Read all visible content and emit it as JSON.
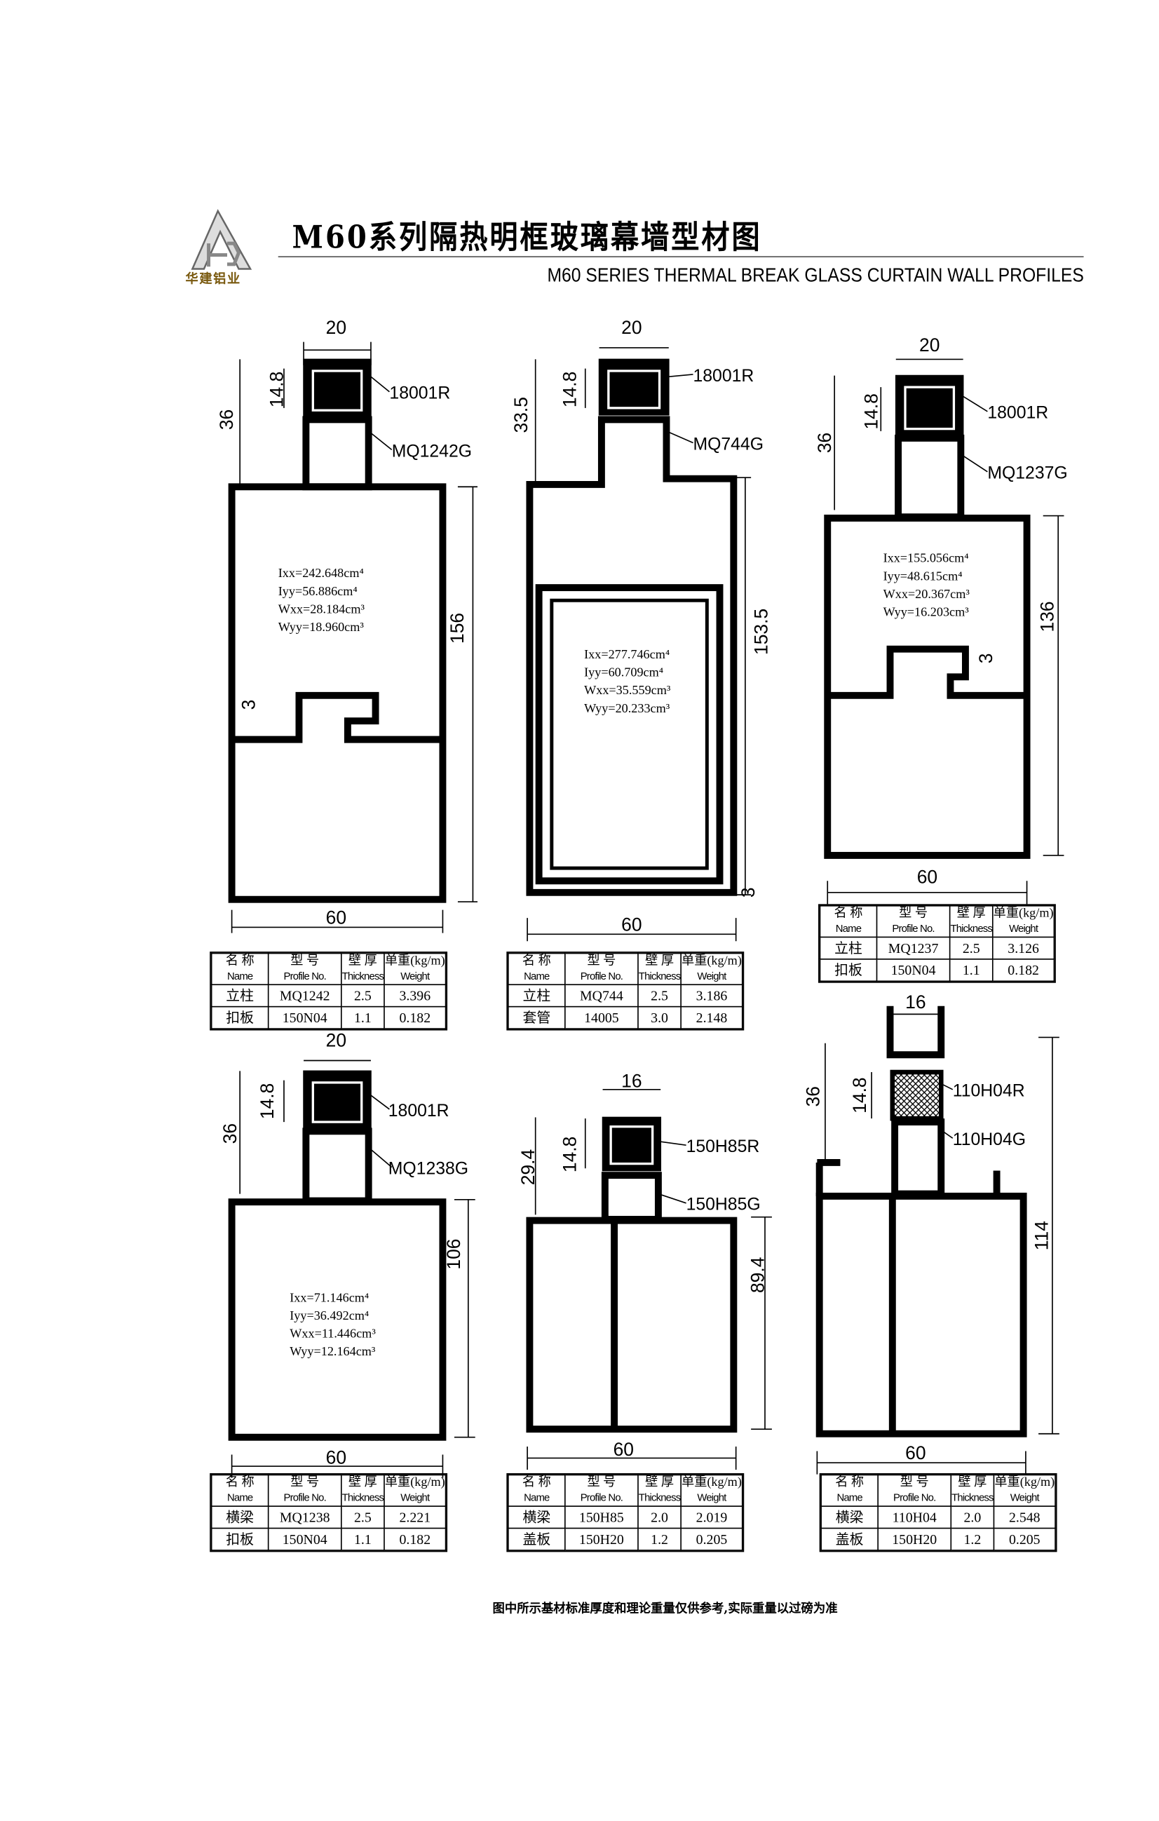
{
  "header": {
    "title_cn": "M60系列隔热明框玻璃幕墙型材图",
    "title_en": "M60 SERIES THERMAL BREAK GLASS CURTAIN WALL PROFILES",
    "logo_text": "华建铝业"
  },
  "table_header": {
    "name_cn": "名 称",
    "name_en": "Name",
    "profile_cn": "型 号",
    "profile_en": "Profile No.",
    "thick_cn": "壁 厚",
    "thick_en": "Thickness",
    "weight_cn": "单重(kg/m)",
    "weight_en": "Weight"
  },
  "profiles": [
    {
      "dims": [
        "20",
        "14.8",
        "36",
        "156",
        "60",
        "3"
      ],
      "labels": [
        "18001R",
        "MQ1242G"
      ],
      "props": [
        "Ixx=242.648cm⁴",
        "Iyy=56.886cm⁴",
        "Wxx=28.184cm³",
        "Wyy=18.960cm³"
      ],
      "rows": [
        [
          "立柱",
          "MQ1242",
          "2.5",
          "3.396"
        ],
        [
          "扣板",
          "150N04",
          "1.1",
          "0.182"
        ]
      ]
    },
    {
      "dims": [
        "20",
        "14.8",
        "33.5",
        "153.5",
        "60",
        "3"
      ],
      "labels": [
        "18001R",
        "MQ744G"
      ],
      "props": [
        "Ixx=277.746cm⁴",
        "Iyy=60.709cm⁴",
        "Wxx=35.559cm³",
        "Wyy=20.233cm³"
      ],
      "rows": [
        [
          "立柱",
          "MQ744",
          "2.5",
          "3.186"
        ],
        [
          "套管",
          "14005",
          "3.0",
          "2.148"
        ]
      ]
    },
    {
      "dims": [
        "20",
        "14.8",
        "36",
        "136",
        "60",
        "3"
      ],
      "labels": [
        "18001R",
        "MQ1237G"
      ],
      "props": [
        "Ixx=155.056cm⁴",
        "Iyy=48.615cm⁴",
        "Wxx=20.367cm³",
        "Wyy=16.203cm³"
      ],
      "rows": [
        [
          "立柱",
          "MQ1237",
          "2.5",
          "3.126"
        ],
        [
          "扣板",
          "150N04",
          "1.1",
          "0.182"
        ]
      ]
    },
    {
      "dims": [
        "20",
        "14.8",
        "36",
        "106",
        "60"
      ],
      "labels": [
        "18001R",
        "MQ1238G"
      ],
      "props": [
        "Ixx=71.146cm⁴",
        "Iyy=36.492cm⁴",
        "Wxx=11.446cm³",
        "Wyy=12.164cm³"
      ],
      "rows": [
        [
          "横梁",
          "MQ1238",
          "2.5",
          "2.221"
        ],
        [
          "扣板",
          "150N04",
          "1.1",
          "0.182"
        ]
      ]
    },
    {
      "dims": [
        "16",
        "14.8",
        "29.4",
        "89.4",
        "60"
      ],
      "labels": [
        "150H85R",
        "150H85G"
      ],
      "props": [],
      "rows": [
        [
          "横梁",
          "150H85",
          "2.0",
          "2.019"
        ],
        [
          "盖板",
          "150H20",
          "1.2",
          "0.205"
        ]
      ]
    },
    {
      "dims": [
        "16",
        "14.8",
        "36",
        "114",
        "60"
      ],
      "labels": [
        "110H04R",
        "110H04G"
      ],
      "props": [],
      "rows": [
        [
          "横梁",
          "110H04",
          "2.0",
          "2.548"
        ],
        [
          "盖板",
          "150H20",
          "1.2",
          "0.205"
        ]
      ]
    }
  ],
  "footer": "图中所示基材标准厚度和理论重量仅供参考,实际重量以过磅为准"
}
